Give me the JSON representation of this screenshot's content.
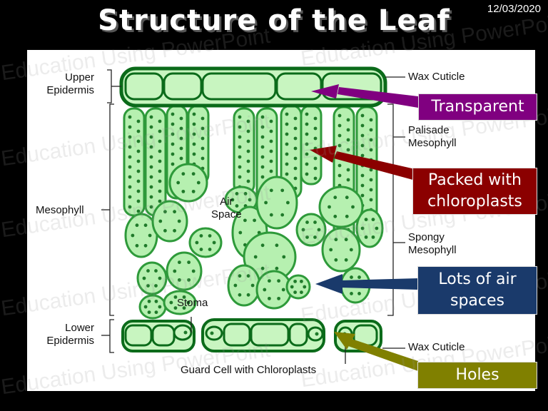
{
  "slide": {
    "title": "Structure of the Leaf",
    "date": "12/03/2020",
    "watermark": "Education Using PowerPoint"
  },
  "labels": {
    "upper_epidermis": "Upper\nEpidermis",
    "mesophyll": "Mesophyll",
    "lower_epidermis": "Lower\nEpidermis",
    "air_space": "Air\nSpace",
    "stoma": "Stoma",
    "wax_cuticle_top": "Wax Cuticle",
    "palisade_mesophyll": "Palisade\nMesophyll",
    "spongy_mesophyll": "Spongy\nMesophyll",
    "wax_cuticle_bottom": "Wax Cuticle",
    "guard_cell": "Guard Cell with Chloroplasts"
  },
  "callouts": [
    {
      "text": "Transparent",
      "color": "#800080"
    },
    {
      "text": "Packed with\nchloroplasts",
      "color": "#8b0000"
    },
    {
      "text": "Lots of air\nspaces",
      "color": "#1a3a6b"
    },
    {
      "text": "Holes",
      "color": "#808000"
    }
  ],
  "colors": {
    "cell_fill": "#b6f0b0",
    "cell_stroke": "#2e9a3a",
    "epidermis_fill": "#c8f5c0",
    "epidermis_stroke": "#0b6b1a",
    "chloroplast": "#1f7a2a"
  }
}
